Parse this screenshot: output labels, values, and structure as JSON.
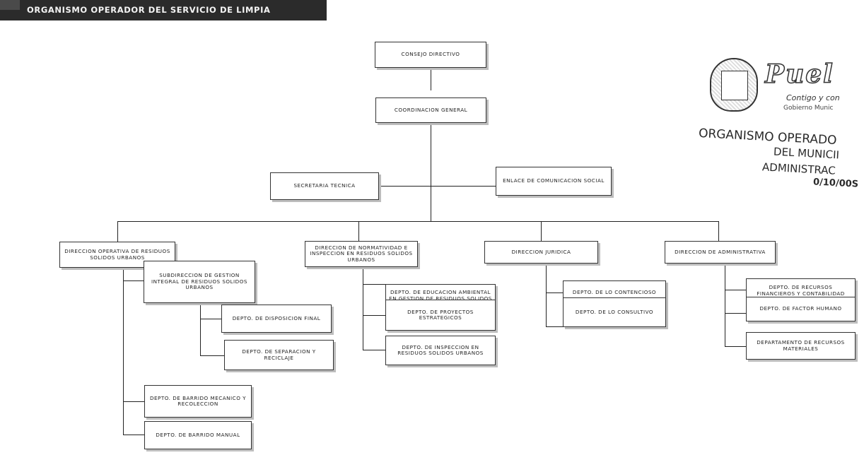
{
  "header": {
    "title": "ORGANISMO OPERADOR DEL SERVICIO DE LIMPIA"
  },
  "logo": {
    "brand": "Puel",
    "slogan": "Contigo y con",
    "gobierno": "Gobierno Munic",
    "stamp_line1": "ORGANISMO OPERADO",
    "stamp_line2": "DEL MUNICII",
    "stamp_line3": "ADMINISTRAC",
    "stamp_line4": "0/10/00S"
  },
  "org": {
    "consejo": "CONSEJO DIRECTIVO",
    "coordinacion": "COORDINACION GENERAL",
    "secretaria": "SECRETARIA TECNICA",
    "enlace": "ENLACE DE COMUNICACION SOCIAL",
    "dir_operativa": "DIRECCION OPERATIVA DE RESIDUOS SOLIDOS URBANOS",
    "dir_normatividad": "DIRECCION DE NORMATIVIDAD E INSPECCION EN RESIDUOS SOLIDOS URBANOS",
    "dir_juridica": "DIRECCION JURIDICA",
    "dir_administrativa": "DIRECCION DE ADMINISTRATIVA",
    "subdir_gestion": "SUBDIRECCION DE GESTION INTEGRAL DE RESIDUOS SOLIDOS URBANOS",
    "depto_disposicion": "DEPTO. DE DISPOSICION FINAL",
    "depto_separacion": "DEPTO. DE SEPARACION Y RECICLAJE",
    "depto_barrido_mecanico": "DEPTO. DE BARRIDO MECANICO Y RECOLECCION",
    "depto_barrido_manual": "DEPTO. DE BARRIDO MANUAL",
    "depto_educacion": "DEPTO. DE EDUCACION AMBIENTAL EN GESTION DE RESIDUOS SOLIDOS URBANOS",
    "depto_proyectos": "DEPTO. DE PROYECTOS ESTRATEGICOS",
    "depto_inspeccion": "DEPTO. DE INSPECCION EN RESIDUOS SOLIDOS URBANOS",
    "depto_contencioso": "DEPTO. DE LO CONTENCIOSO",
    "depto_consultivo": "DEPTO. DE LO CONSULTIVO",
    "depto_recursos_financieros": "DEPTO. DE RECURSOS FINANCIEROS Y CONTABILIDAD",
    "depto_factor_humano": "DEPTO. DE FACTOR HUMANO",
    "depto_recursos_materiales": "DEPARTAMENTO DE RECURSOS MATERIALES"
  }
}
